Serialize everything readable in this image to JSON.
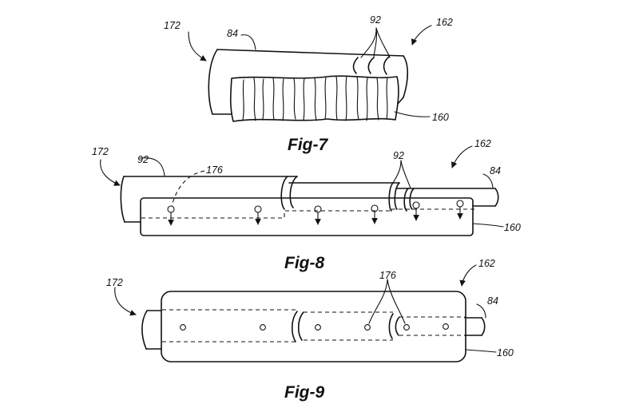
{
  "figures": [
    {
      "caption": "Fig-7",
      "labels": {
        "assembly": "172",
        "pipe": "84",
        "sleeves": "92",
        "end": "162",
        "wrap": "160"
      }
    },
    {
      "caption": "Fig-8",
      "labels": {
        "assembly": "172",
        "sleeve": "92",
        "fasteners": "176",
        "sleeves": "92",
        "end": "162",
        "pipe": "84",
        "wrap": "160"
      }
    },
    {
      "caption": "Fig-9",
      "labels": {
        "assembly": "172",
        "fasteners": "176",
        "end": "162",
        "pipe": "84",
        "wrap": "160"
      }
    }
  ]
}
